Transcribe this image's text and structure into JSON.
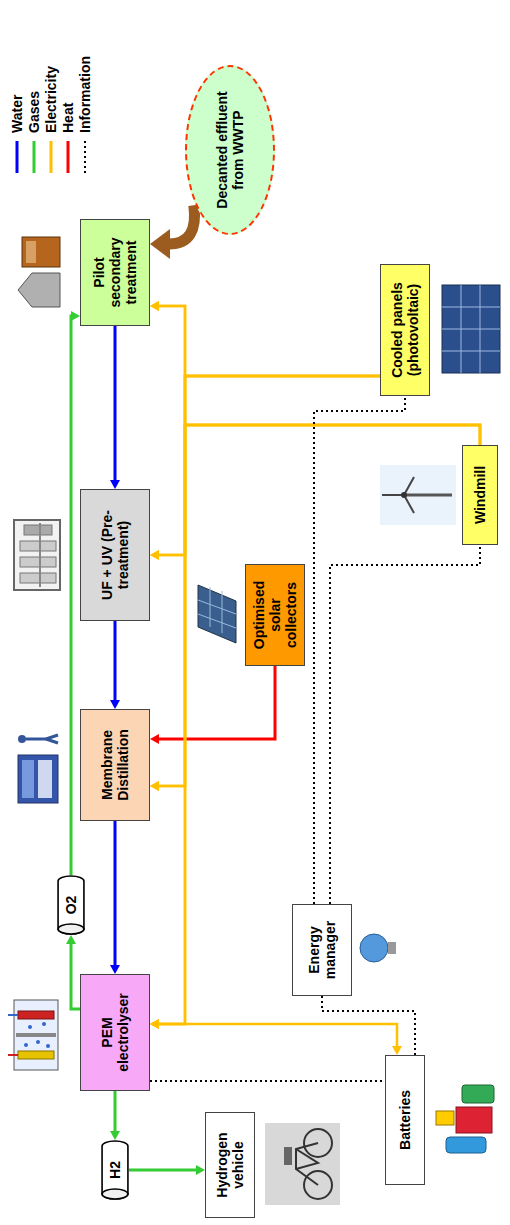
{
  "diagram": {
    "nodes": [
      {
        "text": [
          "Pilot secondary treatment"
        ]
      },
      {
        "text": [
          "Decanted effluent from WWTP"
        ]
      },
      {
        "text": [
          "UF + UV (Pre-treatment)"
        ]
      },
      {
        "text": [
          "Optimised solar collectors"
        ]
      },
      {
        "text": [
          "Membrane Distillation"
        ]
      },
      {
        "text": [
          "O2"
        ]
      },
      {
        "text": [
          "Cooled panels (photovoltaic)"
        ]
      },
      {
        "text": [
          "Energy manager"
        ]
      },
      {
        "text": [
          "PEM electrolyser"
        ]
      },
      {
        "text": [
          "H2"
        ]
      },
      {
        "text": [
          "Hydrogen vehicle"
        ]
      },
      {
        "text": [
          "Batteries"
        ]
      },
      {
        "text": [
          "Windmill"
        ]
      }
    ],
    "edges": [
      {
        "from": 1,
        "to": 0,
        "arrow": "to"
      },
      {
        "from": 0,
        "to": 2,
        "arrow": "to"
      },
      {
        "from": 2,
        "to": 4,
        "arrow": "to"
      },
      {
        "from": 4,
        "to": 8,
        "arrow": "to"
      },
      {
        "from": 8,
        "to": 5,
        "arrow": "to"
      },
      {
        "from": 5,
        "to": 0,
        "arrow": "to"
      },
      {
        "from": 8,
        "to": 9,
        "arrow": "to"
      },
      {
        "from": 9,
        "to": 10,
        "arrow": "to"
      },
      {
        "from": 3,
        "to": 4,
        "arrow": "to"
      },
      {
        "from": 6,
        "to": 0,
        "arrow": "to"
      },
      {
        "from": 6,
        "to": 2,
        "arrow": "to"
      },
      {
        "from": 6,
        "to": 4,
        "arrow": "to"
      },
      {
        "from": 6,
        "to": 8,
        "arrow": "to"
      },
      {
        "from": 12,
        "to": 0,
        "arrow": "to"
      },
      {
        "from": 12,
        "to": 2,
        "arrow": "to"
      },
      {
        "from": 12,
        "to": 4,
        "arrow": "to"
      },
      {
        "from": 12,
        "to": 8,
        "arrow": "to"
      },
      {
        "from": 11,
        "to": 8,
        "arrow": "both"
      },
      {
        "from": 8,
        "to": 11,
        "arrow": "none"
      },
      {
        "from": 7,
        "to": 11,
        "arrow": "none"
      },
      {
        "from": 7,
        "to": 6,
        "arrow": "none"
      },
      {
        "from": 7,
        "to": 12,
        "arrow": "none"
      }
    ],
    "legend": [
      {
        "text": "Water",
        "color": "#0000ff"
      },
      {
        "text": "Gases",
        "color": "#33cc33"
      },
      {
        "text": "Electricity",
        "color": "#ffc000"
      },
      {
        "text": "Heat",
        "color": "#ff0000"
      },
      {
        "text": "Information"
      }
    ]
  }
}
